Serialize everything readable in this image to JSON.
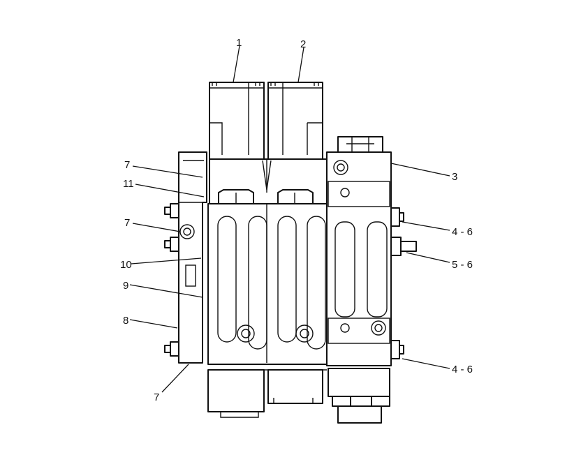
{
  "callouts": [
    {
      "id": "c1",
      "text": "1"
    },
    {
      "id": "c2",
      "text": "2"
    },
    {
      "id": "c3",
      "text": "3"
    },
    {
      "id": "c4a",
      "text": "4 - 6"
    },
    {
      "id": "c5",
      "text": "5 - 6"
    },
    {
      "id": "c4b",
      "text": "4 - 6"
    },
    {
      "id": "c7a",
      "text": "7"
    },
    {
      "id": "c11",
      "text": "11"
    },
    {
      "id": "c7b",
      "text": "7"
    },
    {
      "id": "c10",
      "text": "10"
    },
    {
      "id": "c9",
      "text": "9"
    },
    {
      "id": "c8",
      "text": "8"
    },
    {
      "id": "c7c",
      "text": "7"
    }
  ]
}
